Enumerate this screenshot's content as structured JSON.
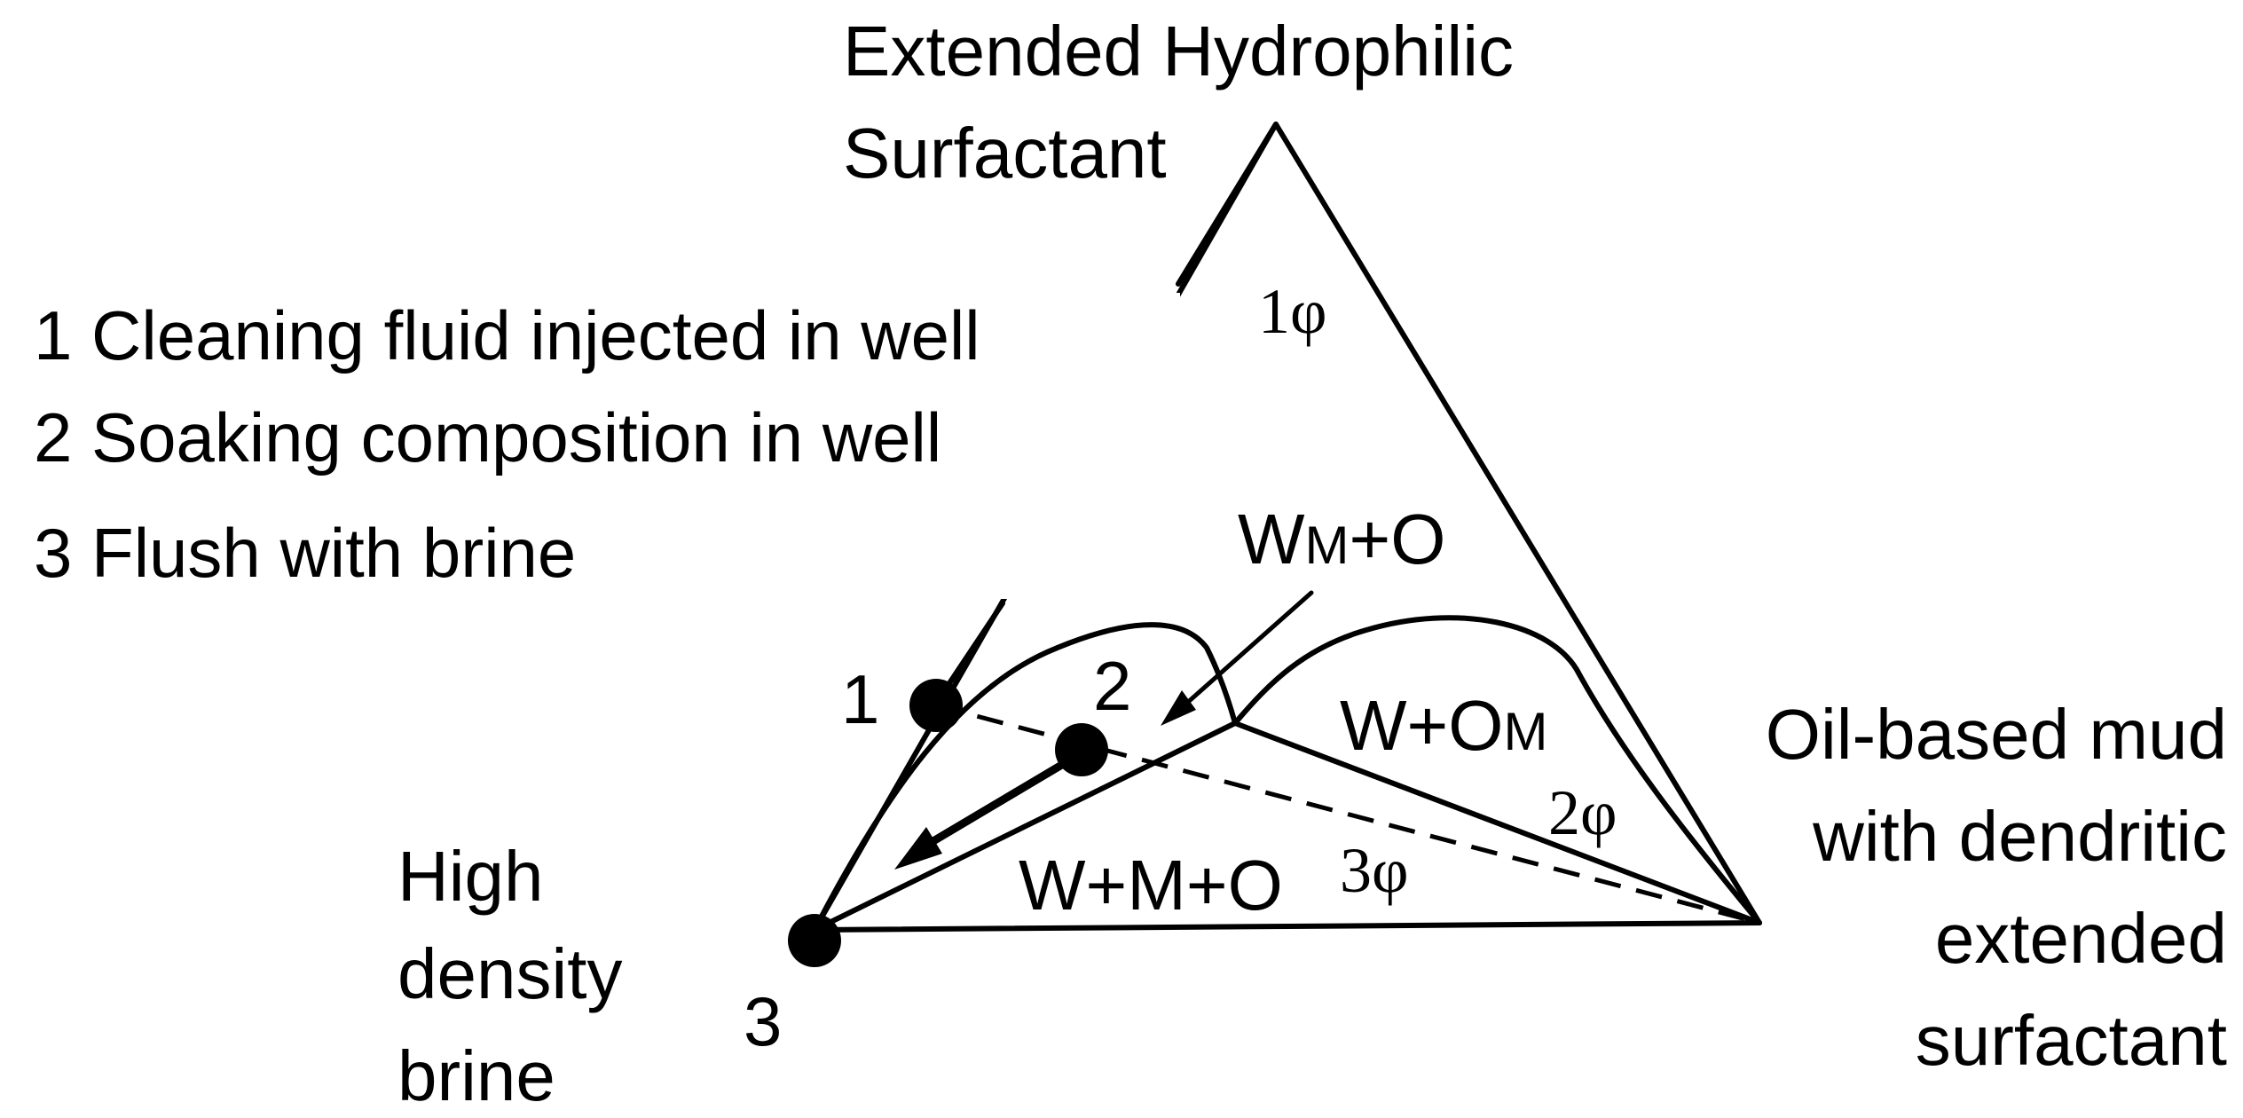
{
  "vertices": {
    "top_line1": "Extended Hydrophilic",
    "top_line2": "Surfactant",
    "left_line1": "High",
    "left_line2": "density",
    "left_line3": "brine",
    "right_line1": "Oil-based mud",
    "right_line2": "with dendritic",
    "right_line3": "extended",
    "right_line4": "surfactant"
  },
  "legend": {
    "items": [
      "1 Cleaning fluid injected in well",
      "2 Soaking composition in well",
      "3 Flush with brine"
    ]
  },
  "regions": {
    "one_phase": "1φ",
    "wm_o_main": "W",
    "wm_o_sub": "M",
    "wm_o_tail": "+O",
    "w_om_main": "W+O",
    "w_om_sub": "M",
    "two_phase": "2φ",
    "three_phase_label": "W+M+O",
    "three_phase": "3φ"
  },
  "points": {
    "p1": "1",
    "p2": "2",
    "p3": "3"
  }
}
